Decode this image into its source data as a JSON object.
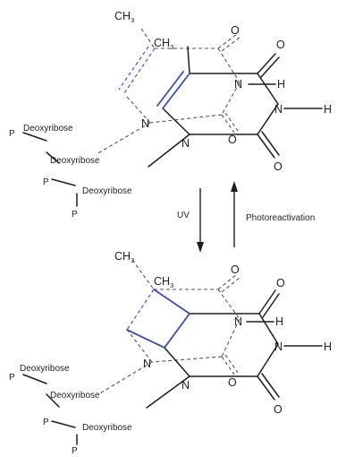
{
  "labels": {
    "ch": "CH",
    "ch_sub": "3",
    "o": "O",
    "n": "N",
    "h": "H",
    "deoxyribose": "Deoxyribose",
    "p": "P"
  },
  "arrows": {
    "forward": "UV",
    "reverse": "Photoreactivation"
  },
  "colors": {
    "bond": "#1e1e1e",
    "dimer_bond": "#3a4db0"
  }
}
